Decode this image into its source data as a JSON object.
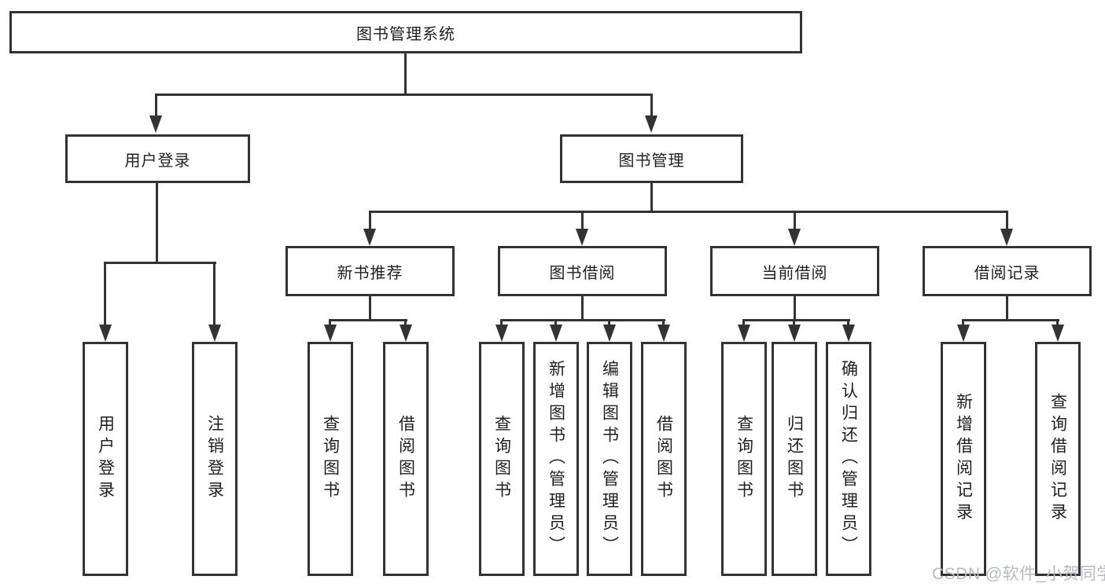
{
  "tree": {
    "root_label": "图书管理系统",
    "login": {
      "label": "用户登录",
      "leaves": [
        "用户登录",
        "注销登录"
      ]
    },
    "management": {
      "label": "图书管理",
      "groups": [
        {
          "label": "新书推荐",
          "leaves": [
            "查询图书",
            "借阅图书"
          ]
        },
        {
          "label": "图书借阅",
          "leaves": [
            "查询图书",
            "新增图书（管理员）",
            "编辑图书（管理员）",
            "借阅图书"
          ]
        },
        {
          "label": "当前借阅",
          "leaves": [
            "查询图书",
            "归还图书",
            "确认归还（管理员）"
          ]
        },
        {
          "label": "借阅记录",
          "leaves": [
            "新增借阅记录",
            "查询借阅记录"
          ]
        }
      ]
    }
  },
  "watermark": "CSDN @软件_小贺同学",
  "colors": {
    "line": "#333333",
    "text": "#1f1f1f",
    "watermark": "#b4bac2",
    "background": "#ffffff"
  }
}
